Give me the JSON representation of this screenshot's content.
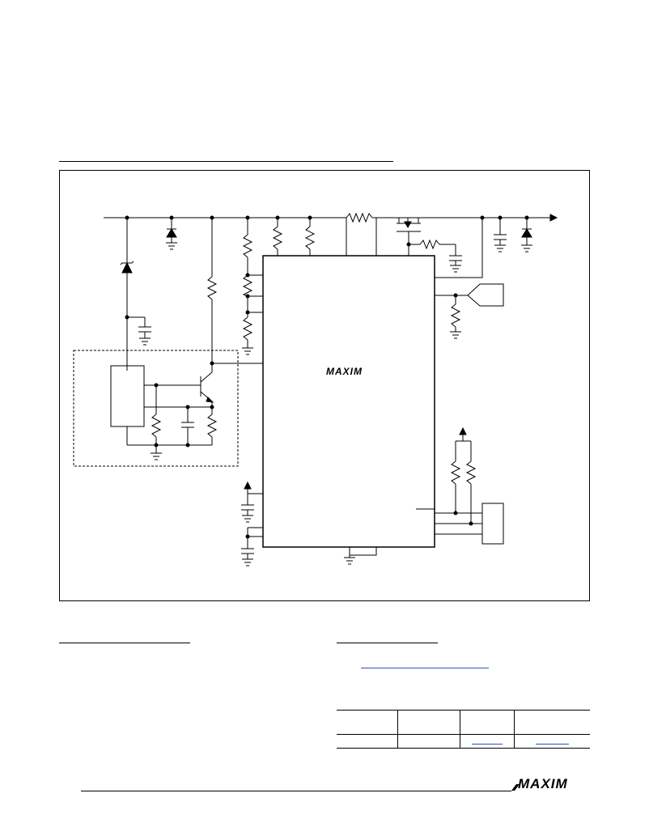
{
  "brand": {
    "chip_logo": "MAXIM",
    "footer_logo": "MAXIM"
  },
  "colors": {
    "line": "#000000",
    "link": "#2a4fd0",
    "background": "#ffffff"
  },
  "icons": {
    "logo": "maxim-logo",
    "schematic": "typical-operating-circuit-schematic"
  }
}
